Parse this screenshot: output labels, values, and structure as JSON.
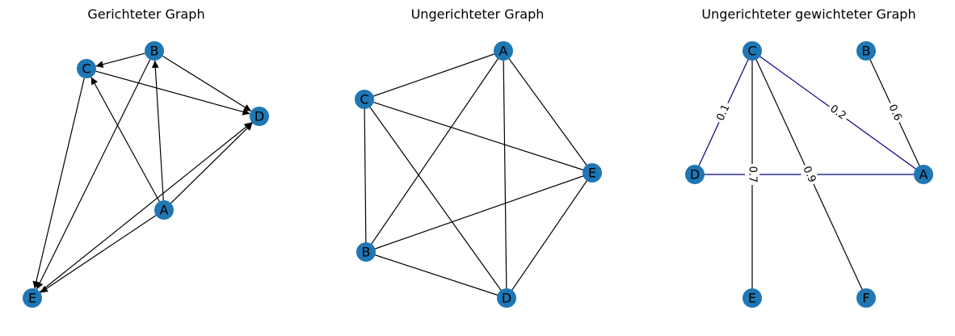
{
  "node_color": "#1f77b4",
  "edge_color": "#000000",
  "highlight_edge_color": "#000080",
  "graphs": [
    {
      "id": "directed",
      "title": "Gerichteter Graph",
      "directed": true,
      "nodes": [
        "A",
        "B",
        "C",
        "D",
        "E"
      ],
      "edges": [
        {
          "from": "B",
          "to": "C"
        },
        {
          "from": "B",
          "to": "D"
        },
        {
          "from": "B",
          "to": "E"
        },
        {
          "from": "C",
          "to": "D"
        },
        {
          "from": "C",
          "to": "E"
        },
        {
          "from": "A",
          "to": "C"
        },
        {
          "from": "A",
          "to": "B"
        },
        {
          "from": "A",
          "to": "D"
        },
        {
          "from": "A",
          "to": "E"
        },
        {
          "from": "E",
          "to": "D"
        }
      ]
    },
    {
      "id": "undirected",
      "title": "Ungerichteter Graph",
      "directed": false,
      "nodes": [
        "A",
        "B",
        "C",
        "D",
        "E"
      ],
      "edges": [
        {
          "from": "A",
          "to": "C"
        },
        {
          "from": "A",
          "to": "B"
        },
        {
          "from": "A",
          "to": "D"
        },
        {
          "from": "A",
          "to": "E"
        },
        {
          "from": "C",
          "to": "B"
        },
        {
          "from": "C",
          "to": "D"
        },
        {
          "from": "C",
          "to": "E"
        },
        {
          "from": "B",
          "to": "D"
        },
        {
          "from": "B",
          "to": "E"
        },
        {
          "from": "D",
          "to": "E"
        }
      ]
    },
    {
      "id": "weighted",
      "title": "Ungerichteter gewichteter Graph",
      "directed": false,
      "nodes": [
        "A",
        "B",
        "C",
        "D",
        "E",
        "F"
      ],
      "edges": [
        {
          "from": "C",
          "to": "D",
          "weight": "0.1",
          "highlight": true
        },
        {
          "from": "C",
          "to": "A",
          "weight": "0.2",
          "highlight": true
        },
        {
          "from": "D",
          "to": "A",
          "highlight": true
        },
        {
          "from": "B",
          "to": "A",
          "weight": "0.6",
          "highlight": false
        },
        {
          "from": "C",
          "to": "E",
          "weight": "0.7",
          "highlight": false
        },
        {
          "from": "C",
          "to": "F",
          "weight": "0.9",
          "highlight": false
        }
      ]
    }
  ]
}
